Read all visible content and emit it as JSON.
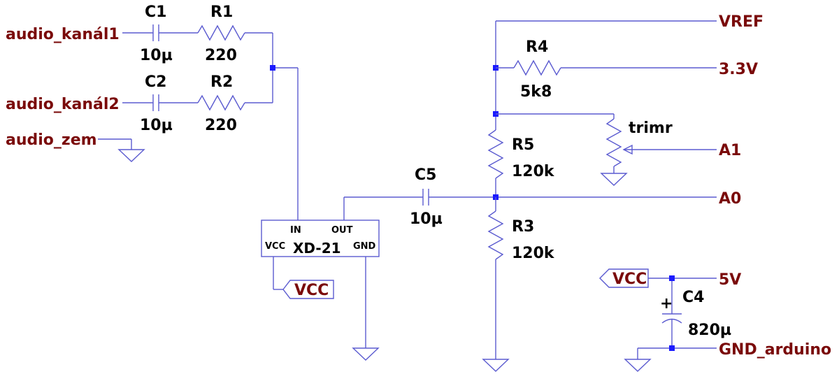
{
  "colors": {
    "wire": "#5b5bd0",
    "junction": "#1a1aff",
    "net_label": "#7a0a0a",
    "text": "#000000"
  },
  "components": {
    "c1": {
      "name": "C1",
      "value": "10µ"
    },
    "r1": {
      "name": "R1",
      "value": "220"
    },
    "c2": {
      "name": "C2",
      "value": "10µ"
    },
    "r2": {
      "name": "R2",
      "value": "220"
    },
    "c5": {
      "name": "C5",
      "value": "10µ"
    },
    "r4": {
      "name": "R4",
      "value": "5k8"
    },
    "r5": {
      "name": "R5",
      "value": "120k"
    },
    "r3": {
      "name": "R3",
      "value": "120k"
    },
    "trim": {
      "name": "trimr"
    },
    "c4": {
      "name": "C4",
      "value": "820µ",
      "polarity": "+"
    },
    "module": {
      "name": "XD-21",
      "pin_in": "IN",
      "pin_out": "OUT",
      "pin_vcc": "VCC",
      "pin_gnd": "GND"
    }
  },
  "nets": {
    "audio1": "audio_kanál1",
    "audio2": "audio_kanál2",
    "audio_gnd": "audio_zem",
    "vref": "VREF",
    "v33": "3.3V",
    "a1": "A1",
    "a0": "A0",
    "v5": "5V",
    "gnd_ard": "GND_arduino",
    "vcc_module": "VCC",
    "vcc_right": "VCC"
  }
}
